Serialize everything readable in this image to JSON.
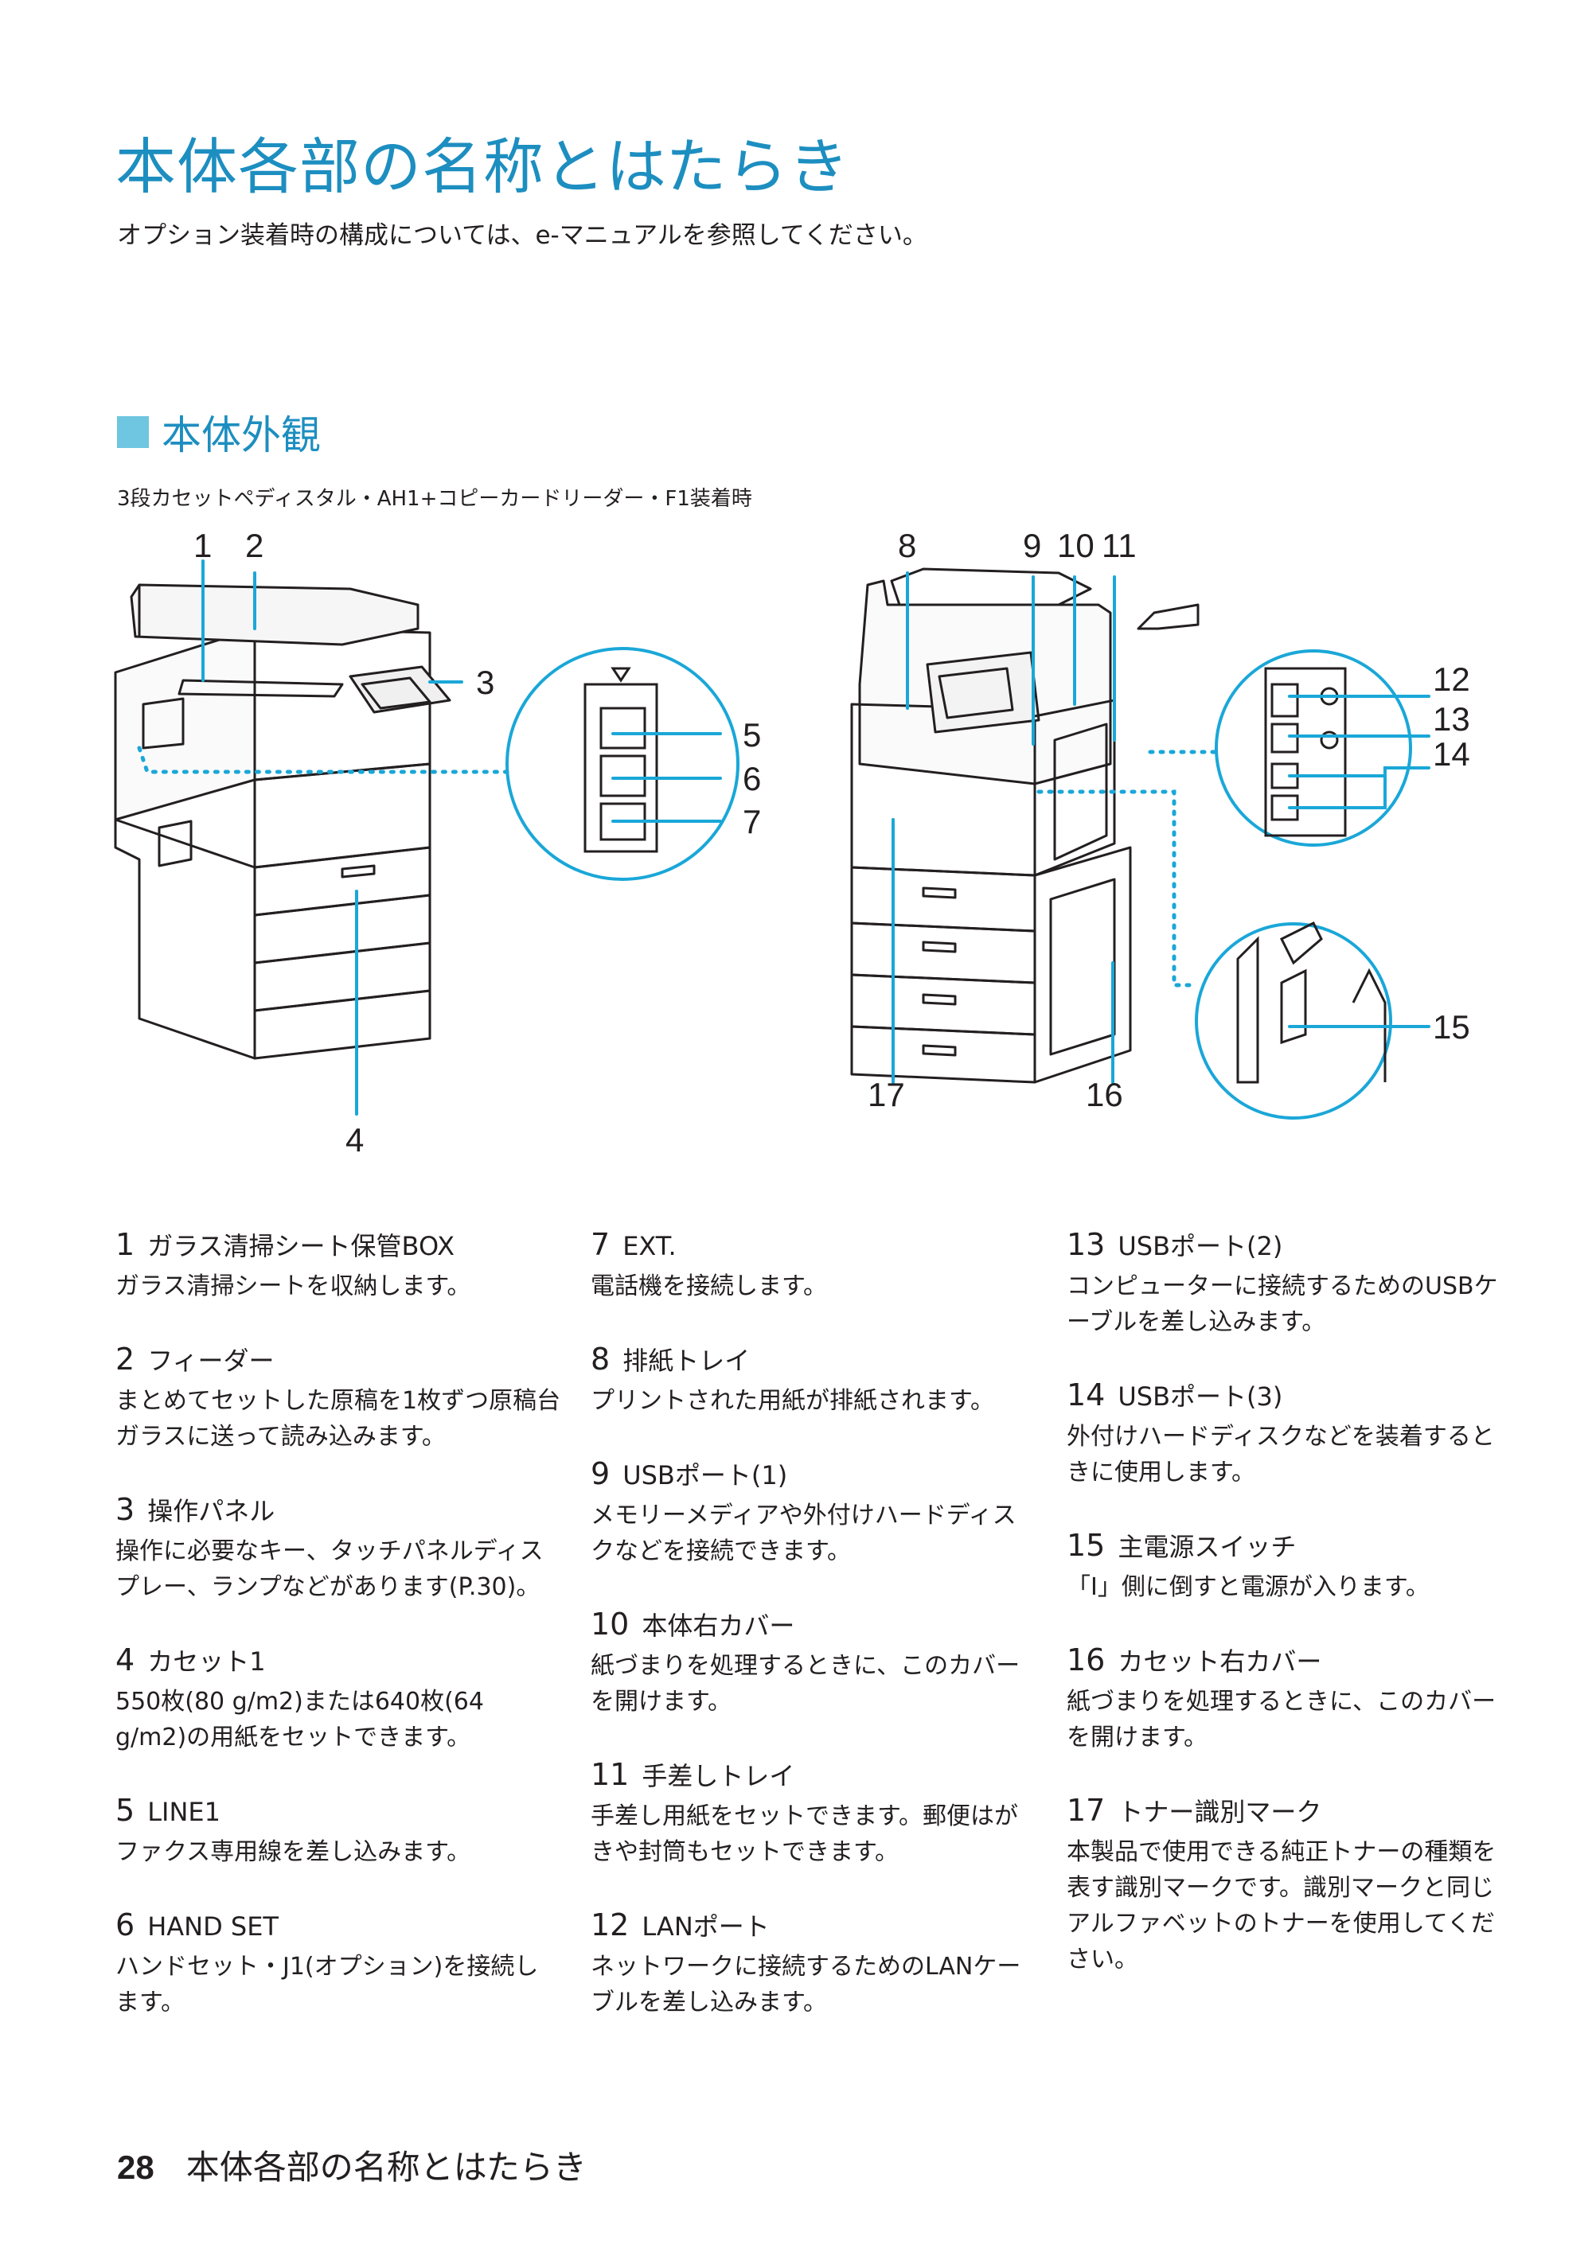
{
  "page": {
    "title": "本体各部の名称とはたらき",
    "subtitle": "オプション装着時の構成については、e-マニュアルを参照してください。"
  },
  "section": {
    "heading": "本体外観",
    "caption": "3段カセットペディスタル・AH1+コピーカードリーダー・F1装着時"
  },
  "figure": {
    "callouts": [
      "1",
      "2",
      "3",
      "4",
      "5",
      "6",
      "7",
      "8",
      "9",
      "10",
      "11",
      "12",
      "13",
      "14",
      "15",
      "16",
      "17"
    ],
    "accent_color": "#1aa7d8",
    "line_color": "#231f20"
  },
  "parts": [
    {
      "num": "1",
      "name": "ガラス清掃シート保管BOX",
      "desc": "ガラス清掃シートを収納します。"
    },
    {
      "num": "2",
      "name": "フィーダー",
      "desc": "まとめてセットした原稿を1枚ずつ原稿台ガラスに送って読み込みます。"
    },
    {
      "num": "3",
      "name": "操作パネル",
      "desc": "操作に必要なキー、タッチパネルディスプレー、ランプなどがあります(P.30)。"
    },
    {
      "num": "4",
      "name": "カセット1",
      "desc": "550枚(80 g/m2)または640枚(64 g/m2)の用紙をセットできます。"
    },
    {
      "num": "5",
      "name": "LINE1",
      "desc": "ファクス専用線を差し込みます。"
    },
    {
      "num": "6",
      "name": "HAND SET",
      "desc": "ハンドセット・J1(オプション)を接続します。"
    },
    {
      "num": "7",
      "name": "EXT.",
      "desc": "電話機を接続します。"
    },
    {
      "num": "8",
      "name": "排紙トレイ",
      "desc": "プリントされた用紙が排紙されます。"
    },
    {
      "num": "9",
      "name": "USBポート(1)",
      "desc": "メモリーメディアや外付けハードディスクなどを接続できます。"
    },
    {
      "num": "10",
      "name": "本体右カバー",
      "desc": "紙づまりを処理するときに、このカバーを開けます。"
    },
    {
      "num": "11",
      "name": "手差しトレイ",
      "desc": "手差し用紙をセットできます。郵便はがきや封筒もセットできます。"
    },
    {
      "num": "12",
      "name": "LANポート",
      "desc": "ネットワークに接続するためのLANケーブルを差し込みます。"
    },
    {
      "num": "13",
      "name": "USBポート(2)",
      "desc": "コンピューターに接続するためのUSBケーブルを差し込みます。"
    },
    {
      "num": "14",
      "name": "USBポート(3)",
      "desc": "外付けハードディスクなどを装着するときに使用します。"
    },
    {
      "num": "15",
      "name": "主電源スイッチ",
      "desc": "「I」側に倒すと電源が入ります。"
    },
    {
      "num": "16",
      "name": "カセット右カバー",
      "desc": "紙づまりを処理するときに、このカバーを開けます。"
    },
    {
      "num": "17",
      "name": "トナー識別マーク",
      "desc": "本製品で使用できる純正トナーの種類を表す識別マークです。識別マークと同じアルファベットのトナーを使用してください。"
    }
  ],
  "footer": {
    "page_number": "28",
    "running_title": "本体各部の名称とはたらき"
  }
}
